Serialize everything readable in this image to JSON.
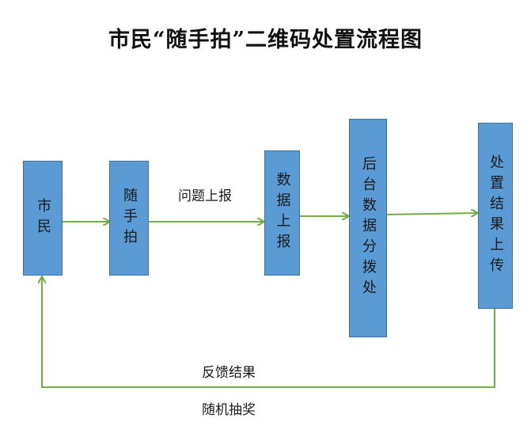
{
  "title": "市民“随手拍”二维码处置流程图",
  "nodes": [
    {
      "id": "citizen",
      "label": "市民"
    },
    {
      "id": "snapshot",
      "label": "随手拍"
    },
    {
      "id": "data-report",
      "label": "数据上报"
    },
    {
      "id": "backend-dispatch",
      "label": "后台数据分拨处"
    },
    {
      "id": "result-report",
      "label": "处置结果上传"
    }
  ],
  "edge_labels": {
    "issue_report": "问题上报",
    "feedback": "反馈结果",
    "lottery": "随机抽奖"
  },
  "colors": {
    "node_fill": "#5b9bd5",
    "node_border": "#41719c",
    "arrow": "#70ad47"
  }
}
